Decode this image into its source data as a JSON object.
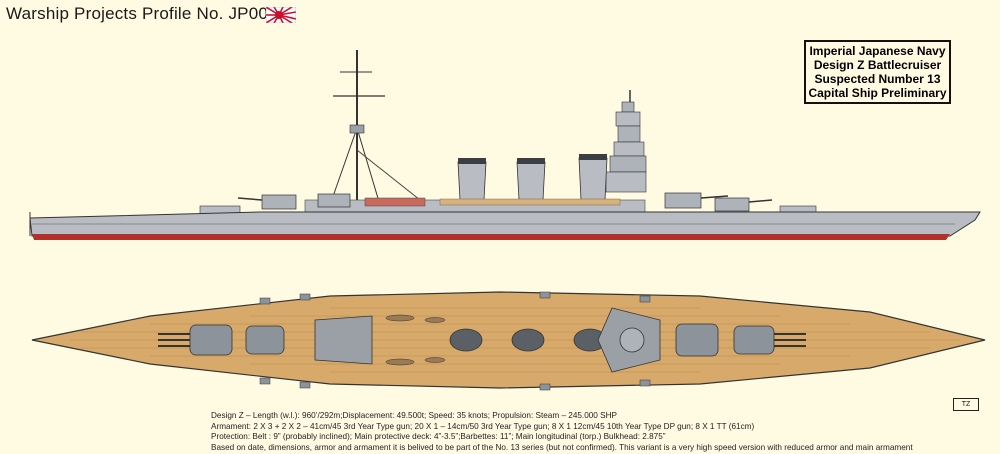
{
  "header": {
    "title": "Warship Projects Profile No. JP001Z"
  },
  "info_box": {
    "lines": [
      "Imperial Japanese Navy",
      "Design Z Battlecruiser",
      "Suspected Number 13",
      "Capital Ship Preliminary"
    ]
  },
  "signature": "TZ",
  "specs": {
    "line1": "Design Z – Length (w.l.): 960’/292m;Displacement: 49.500t; Speed: 35 knots; Propulsion: Steam – 245.000 SHP",
    "line2": "Armament: 2 X 3 + 2 X 2 – 41cm/45 3rd Year Type gun; 20 X 1 – 14cm/50 3rd Year Type gun; 8 X 1 12cm/45 10th Year Type DP gun; 8 X 1 TT (61cm)",
    "line3": "Protection: Belt : 9” (probably  inclined); Main protective deck: 4”-3.5”;Barbettes: 11”; Main longitudinal (torp.) Bulkhead: 2.875”",
    "line4": "Based on date, dimensions, armor and armament it is belived to be part of the No. 13 series (but not confirmed). This variant is a very high speed version with reduced armor and main armament"
  },
  "colors": {
    "background": "#fffbe3",
    "hull_gray": "#b9bdc3",
    "deck_wood": "#d7a96a",
    "waterline_red": "#b2322b",
    "funnel_stripe": "#3b3f44",
    "flag_red": "#c8102e"
  },
  "icons": {
    "flag": "rising-sun-flag-icon"
  }
}
